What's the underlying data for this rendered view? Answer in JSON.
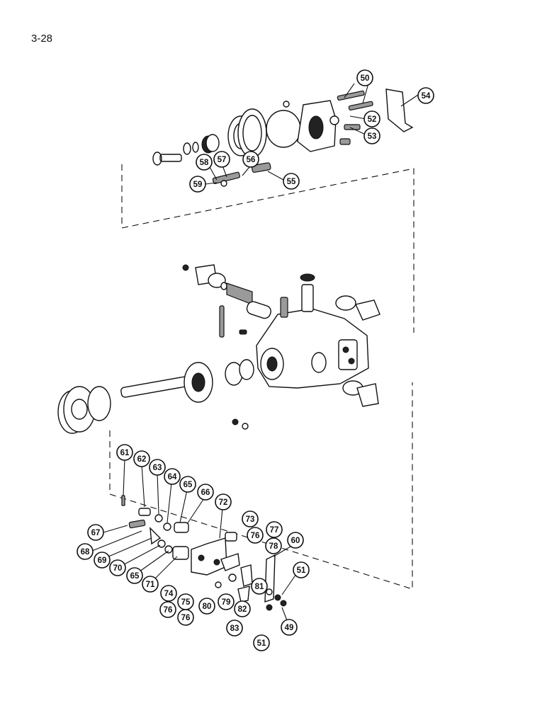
{
  "page": {
    "number": "3-28"
  },
  "callouts": [
    "50",
    "54",
    "52",
    "53",
    "56",
    "57",
    "58",
    "55",
    "59",
    "61",
    "62",
    "63",
    "64",
    "65",
    "66",
    "72",
    "73",
    "76",
    "77",
    "78",
    "60",
    "67",
    "68",
    "69",
    "70",
    "65",
    "71",
    "74",
    "75",
    "76",
    "76",
    "80",
    "79",
    "82",
    "81",
    "51",
    "49",
    "83",
    "51"
  ]
}
